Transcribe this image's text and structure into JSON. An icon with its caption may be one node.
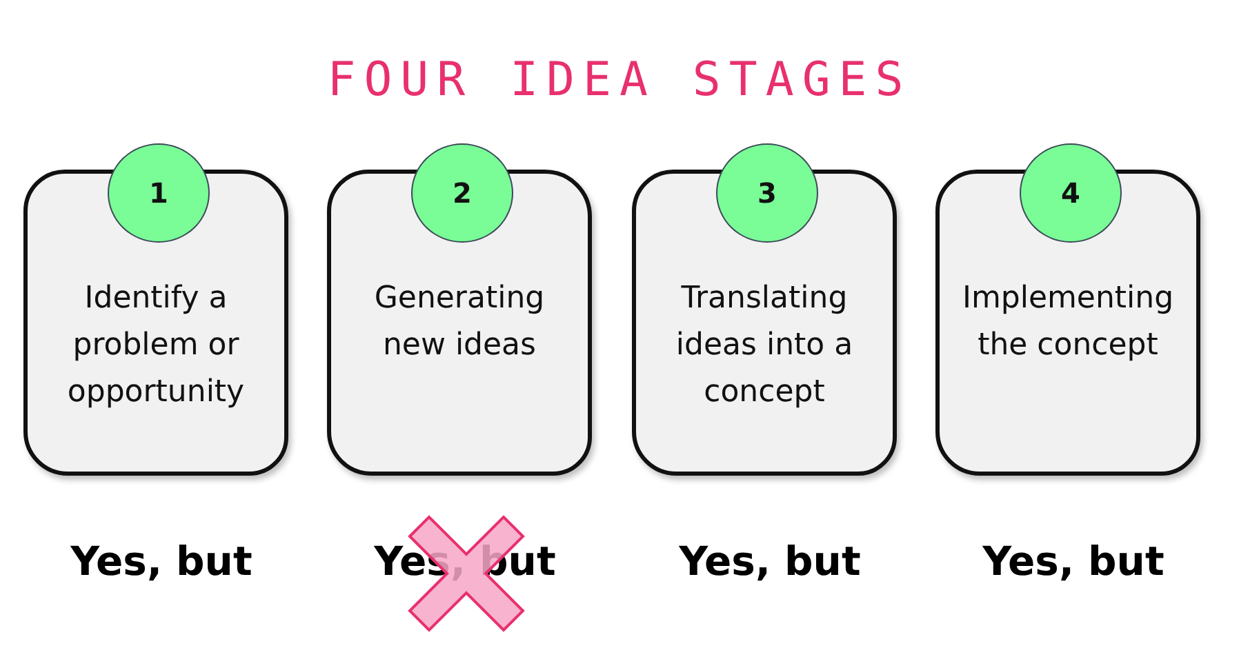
{
  "diagram": {
    "title": "FOUR IDEA STAGES",
    "nodes": [
      {
        "text": [
          "1"
        ]
      },
      {
        "text": [
          "Identify a problem or opportunity"
        ]
      },
      {
        "text": [
          "2"
        ]
      },
      {
        "text": [
          "Generating new ideas"
        ]
      },
      {
        "text": [
          "3"
        ]
      },
      {
        "text": [
          "Translating ideas into a concept"
        ]
      },
      {
        "text": [
          "4"
        ]
      },
      {
        "text": [
          "Implementing the concept"
        ]
      }
    ],
    "edges": [],
    "labels": [
      "Yes, but",
      "Yes, but",
      "Yes, but",
      "Yes, but"
    ]
  }
}
